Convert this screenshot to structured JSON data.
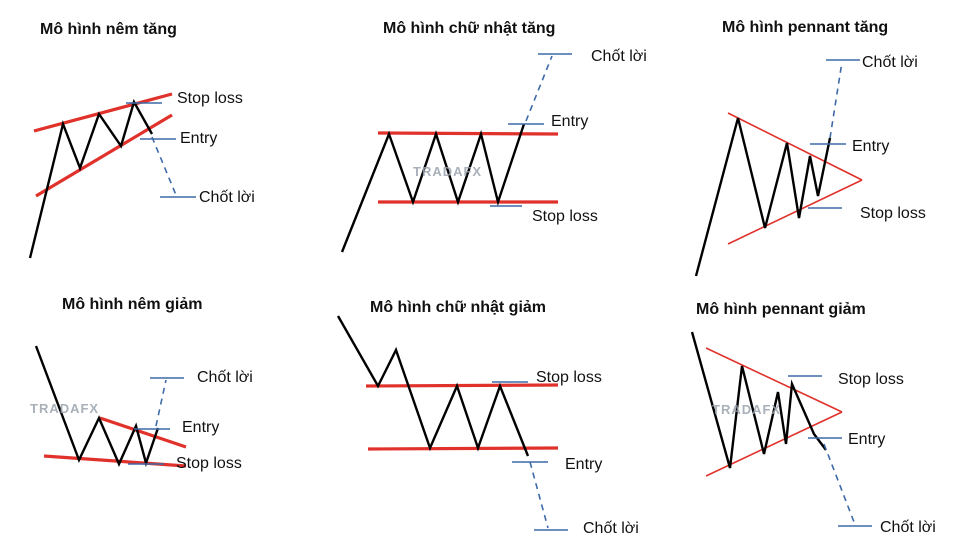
{
  "panels": [
    {
      "title": "Mô hình nêm tăng",
      "stop_loss": "Stop loss",
      "entry": "Entry",
      "take_profit": "Chốt lời"
    },
    {
      "title": "Mô hình chữ nhật tăng",
      "stop_loss": "Stop loss",
      "entry": "Entry",
      "take_profit": "Chốt lời",
      "watermark": "TRADAFX"
    },
    {
      "title": "Mô hình pennant tăng",
      "stop_loss": "Stop loss",
      "entry": "Entry",
      "take_profit": "Chốt lời"
    },
    {
      "title": "Mô hình nêm giảm",
      "stop_loss": "Stop loss",
      "entry": "Entry",
      "take_profit": "Chốt lời",
      "watermark": "TRADAFX"
    },
    {
      "title": "Mô hình chữ nhật giảm",
      "stop_loss": "Stop loss",
      "entry": "Entry",
      "take_profit": "Chốt lời"
    },
    {
      "title": "Mô hình pennant giảm",
      "stop_loss": "Stop loss",
      "entry": "Entry",
      "take_profit": "Chốt lời",
      "watermark": "TRADAFX"
    }
  ],
  "colors": {
    "boundary": "#e0312b",
    "price": "#000000",
    "level": "#3d6aa8"
  }
}
